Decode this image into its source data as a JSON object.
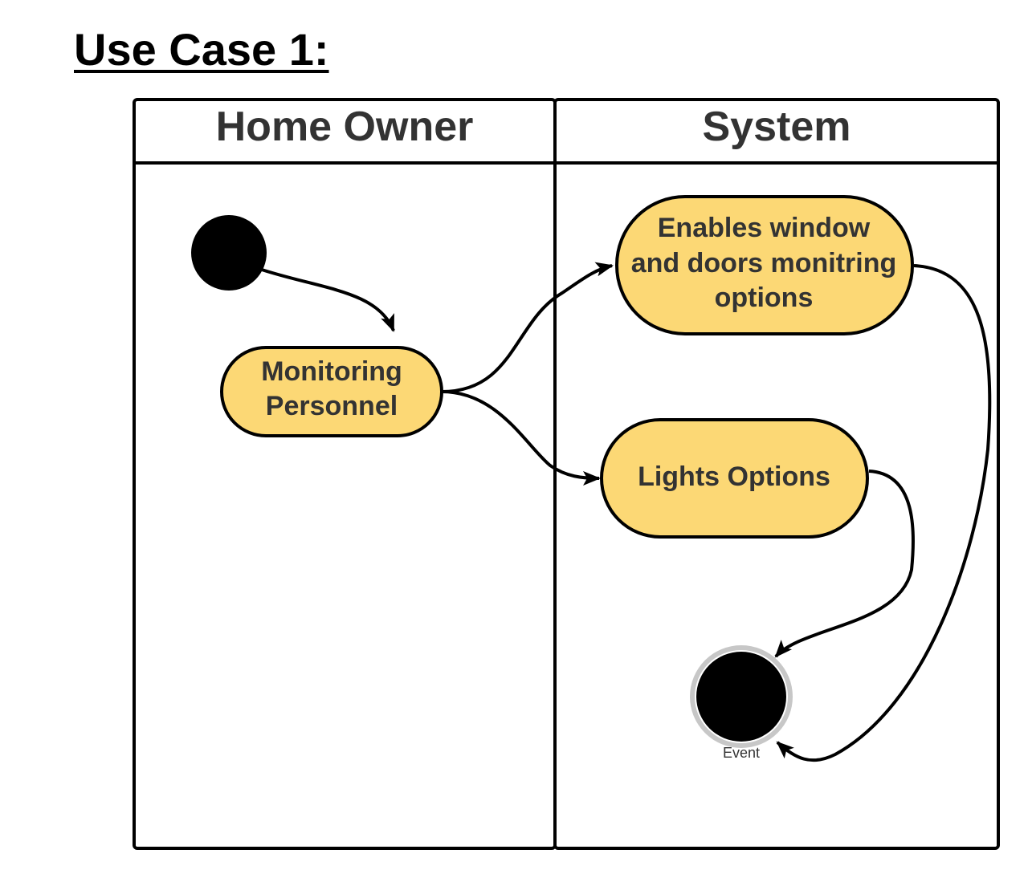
{
  "title": "Use Case 1:",
  "colors": {
    "node_fill": "#fcd875",
    "stroke": "#000000",
    "text": "#333333",
    "final_ring": "#c7c7c7"
  },
  "lanes": [
    {
      "title": "Home Owner"
    },
    {
      "title": "System"
    }
  ],
  "nodes": {
    "initial": {
      "type": "initial-node"
    },
    "monitoring": {
      "lines": [
        "Monitoring",
        "Personnel"
      ]
    },
    "enables": {
      "lines": [
        "Enables window",
        "and doors monitring",
        "options"
      ]
    },
    "lights": {
      "lines": [
        "Lights Options"
      ]
    },
    "final": {
      "type": "final-node",
      "label": "Event"
    }
  },
  "edges": [
    {
      "from": "initial",
      "to": "monitoring"
    },
    {
      "from": "monitoring",
      "to": "enables"
    },
    {
      "from": "monitoring",
      "to": "lights"
    },
    {
      "from": "lights",
      "to": "final"
    },
    {
      "from": "enables",
      "to": "final"
    }
  ]
}
